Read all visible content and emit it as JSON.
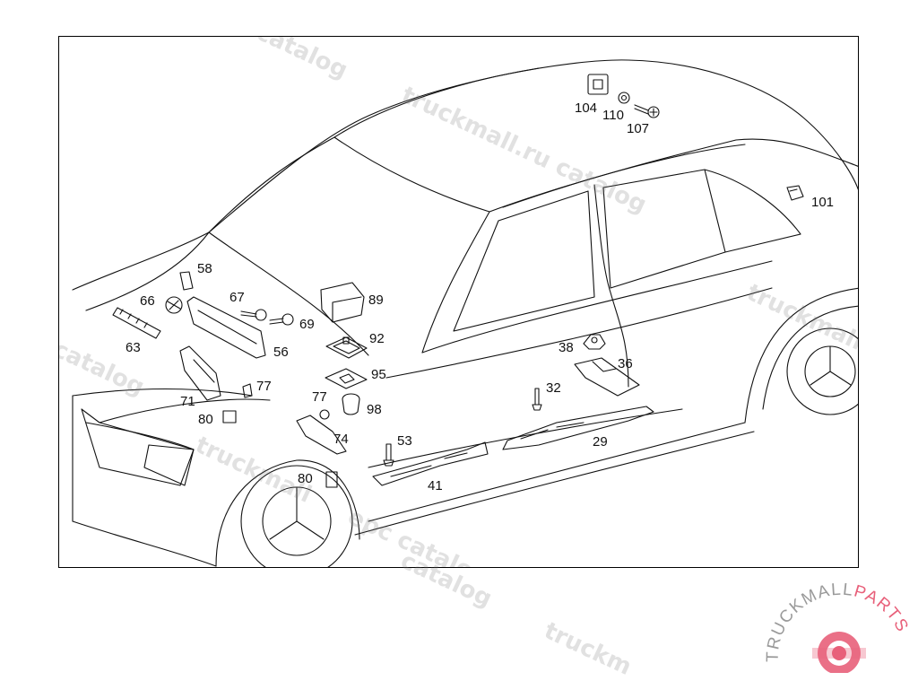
{
  "diagram": {
    "callouts": [
      {
        "id": "c104",
        "text": "104"
      },
      {
        "id": "c110",
        "text": "110"
      },
      {
        "id": "c107",
        "text": "107"
      },
      {
        "id": "c101",
        "text": "101"
      },
      {
        "id": "c58",
        "text": "58"
      },
      {
        "id": "c66",
        "text": "66"
      },
      {
        "id": "c67",
        "text": "67"
      },
      {
        "id": "c89",
        "text": "89"
      },
      {
        "id": "c69",
        "text": "69"
      },
      {
        "id": "c63",
        "text": "63"
      },
      {
        "id": "c56",
        "text": "56"
      },
      {
        "id": "c92",
        "text": "92"
      },
      {
        "id": "c38",
        "text": "38"
      },
      {
        "id": "c36",
        "text": "36"
      },
      {
        "id": "c95",
        "text": "95"
      },
      {
        "id": "c77a",
        "text": "77"
      },
      {
        "id": "c71",
        "text": "71"
      },
      {
        "id": "c77b",
        "text": "77"
      },
      {
        "id": "c32",
        "text": "32"
      },
      {
        "id": "c98",
        "text": "98"
      },
      {
        "id": "c80a",
        "text": "80"
      },
      {
        "id": "c74",
        "text": "74"
      },
      {
        "id": "c53",
        "text": "53"
      },
      {
        "id": "c29",
        "text": "29"
      },
      {
        "id": "c80b",
        "text": "80"
      },
      {
        "id": "c41",
        "text": "41"
      }
    ]
  },
  "watermarks": {
    "catalog": "catalog",
    "truckmall_catalog": "truckmall.ru catalog",
    "epc_catalog": "epc catalog",
    "truckmall_ru_e": "truckmall.ru e",
    "l_epc_catalog": "l epc catalog",
    "truckmall": "truckmall",
    "truckm": "truckm"
  },
  "logo": {
    "brand": "TRUCKMALL",
    "suffix": "PARTS",
    "brand_color": "#9a9a9a",
    "accent_color": "#e8607a"
  }
}
